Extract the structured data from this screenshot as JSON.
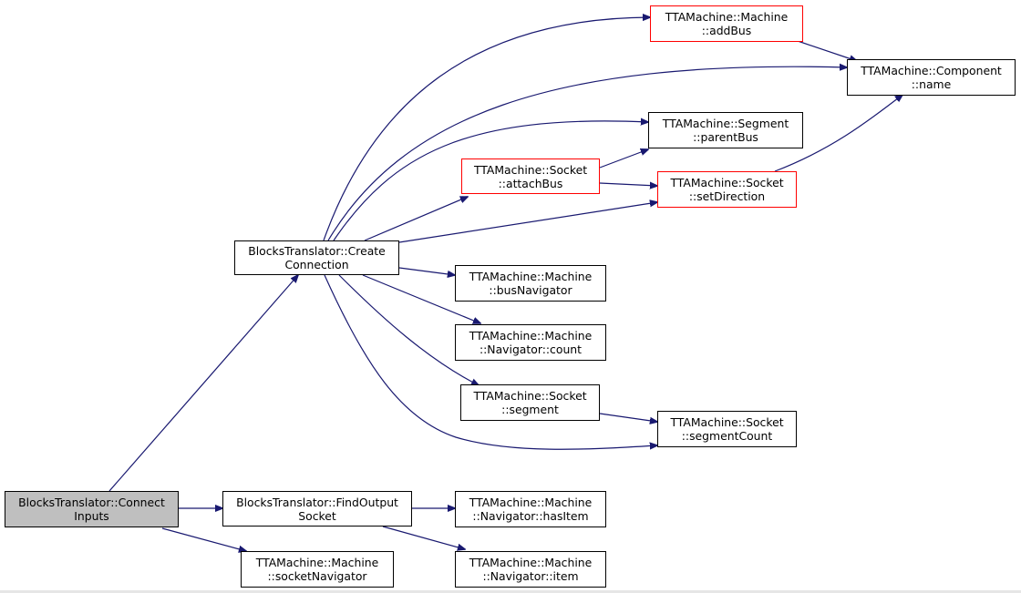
{
  "colors": {
    "edge": "#191970",
    "node_border": "#000000",
    "node_border_highlight": "#ff0000",
    "root_fill": "#bfbfbf"
  },
  "nodes": {
    "connect_inputs": {
      "line1": "BlocksTranslator::Connect",
      "line2": "Inputs"
    },
    "create_connection": {
      "line1": "BlocksTranslator::Create",
      "line2": "Connection"
    },
    "find_output_socket": {
      "line1": "BlocksTranslator::FindOutput",
      "line2": "Socket"
    },
    "socket_navigator": {
      "line1": "TTAMachine::Machine",
      "line2": "::socketNavigator"
    },
    "add_bus": {
      "line1": "TTAMachine::Machine",
      "line2": "::addBus"
    },
    "component_name": {
      "line1": "TTAMachine::Component",
      "line2": "::name"
    },
    "segment_parent_bus": {
      "line1": "TTAMachine::Segment",
      "line2": "::parentBus"
    },
    "socket_attach_bus": {
      "line1": "TTAMachine::Socket",
      "line2": "::attachBus"
    },
    "socket_set_direction": {
      "line1": "TTAMachine::Socket",
      "line2": "::setDirection"
    },
    "bus_navigator": {
      "line1": "TTAMachine::Machine",
      "line2": "::busNavigator"
    },
    "navigator_count": {
      "line1": "TTAMachine::Machine",
      "line2": "::Navigator::count"
    },
    "socket_segment": {
      "line1": "TTAMachine::Socket",
      "line2": "::segment"
    },
    "socket_segment_count": {
      "line1": "TTAMachine::Socket",
      "line2": "::segmentCount"
    },
    "navigator_has_item": {
      "line1": "TTAMachine::Machine",
      "line2": "::Navigator::hasItem"
    },
    "navigator_item": {
      "line1": "TTAMachine::Machine",
      "line2": "::Navigator::item"
    }
  }
}
